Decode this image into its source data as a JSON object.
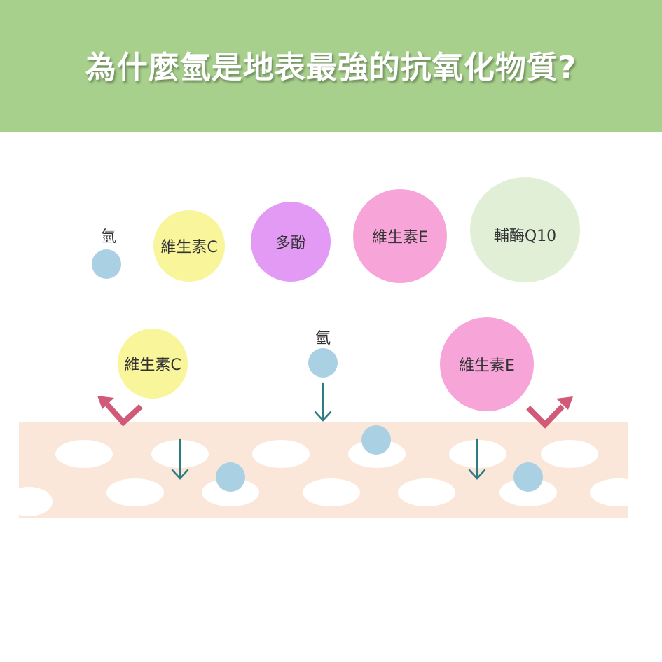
{
  "header": {
    "title": "為什麼氫是地表最強的抗氧化物質?",
    "background": "#a8d08d"
  },
  "top_row": {
    "hydrogen_label": "氫",
    "vitamin_c": "維生素C",
    "polyphenol": "多酚",
    "vitamin_e": "維生素E",
    "coq10": "輔酶Q10"
  },
  "middle_row": {
    "vitamin_c": "維生素C",
    "hydrogen_label": "氫",
    "vitamin_e": "維生素E"
  },
  "colors": {
    "hydrogen": "#a9d0e3",
    "vitamin_c": "#f9f59a",
    "polyphenol": "#e39af5",
    "vitamin_e": "#f7a5d8",
    "coq10": "#e1efd7",
    "skin": "#fbe7da",
    "down_arrow": "#2e7c82",
    "bounce_arrow": "#d05a78"
  }
}
